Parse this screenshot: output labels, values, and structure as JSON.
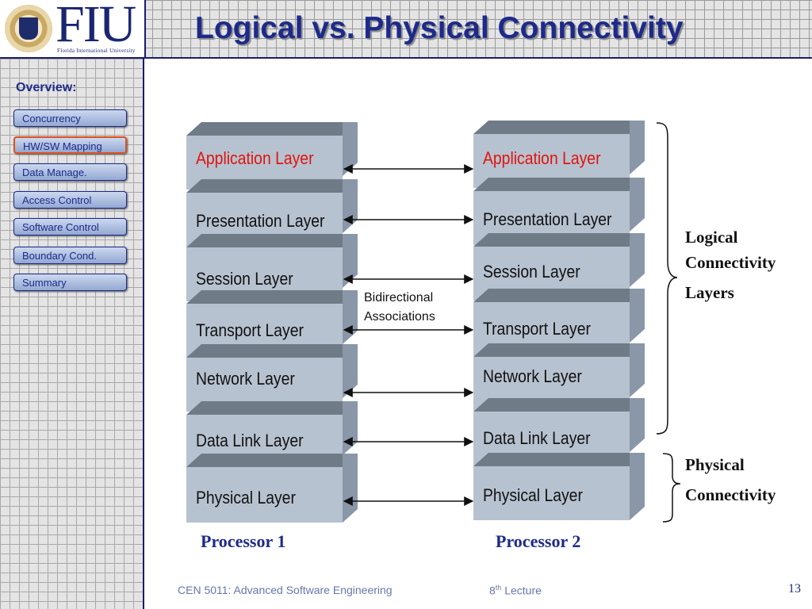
{
  "header": {
    "logo_text": "FIU",
    "logo_subtitle": "Florida International University",
    "title": "Logical vs. Physical Connectivity"
  },
  "sidebar": {
    "heading": "Overview:",
    "items": [
      {
        "label": "Concurrency",
        "active": false
      },
      {
        "label": "HW/SW Mapping",
        "active": true
      },
      {
        "label": "Data Manage.",
        "active": false
      },
      {
        "label": "Access Control",
        "active": false
      },
      {
        "label": "Software Control",
        "active": false
      },
      {
        "label": "Boundary Cond.",
        "active": false
      },
      {
        "label": "Summary",
        "active": false
      }
    ]
  },
  "diagram": {
    "processor1": {
      "label": "Processor 1",
      "layers": [
        "Application Layer",
        "Presentation Layer",
        "Session Layer",
        "Transport Layer",
        "Network Layer",
        "Data Link Layer",
        "Physical Layer"
      ]
    },
    "processor2": {
      "label": "Processor 2",
      "layers": [
        "Application Layer",
        "Presentation Layer",
        "Session Layer",
        "Transport Layer",
        "Network Layer",
        "Data Link Layer",
        "Physical Layer"
      ]
    },
    "association_note": [
      "Bidirectional",
      "Associations"
    ],
    "logical_label": [
      "Logical",
      "Connectivity",
      "Layers"
    ],
    "physical_label": [
      "Physical",
      "Connectivity"
    ],
    "colors": {
      "application_layer_text": "#e0140c",
      "layer_front": "#b7c2d0",
      "layer_top": "#707b88",
      "layer_side": "#8a97a8"
    }
  },
  "footer": {
    "course": "CEN 5011: Advanced Software Engineering",
    "lecture_num": "8",
    "lecture_sup": "th",
    "lecture_word": " Lecture",
    "page_number": "13"
  }
}
